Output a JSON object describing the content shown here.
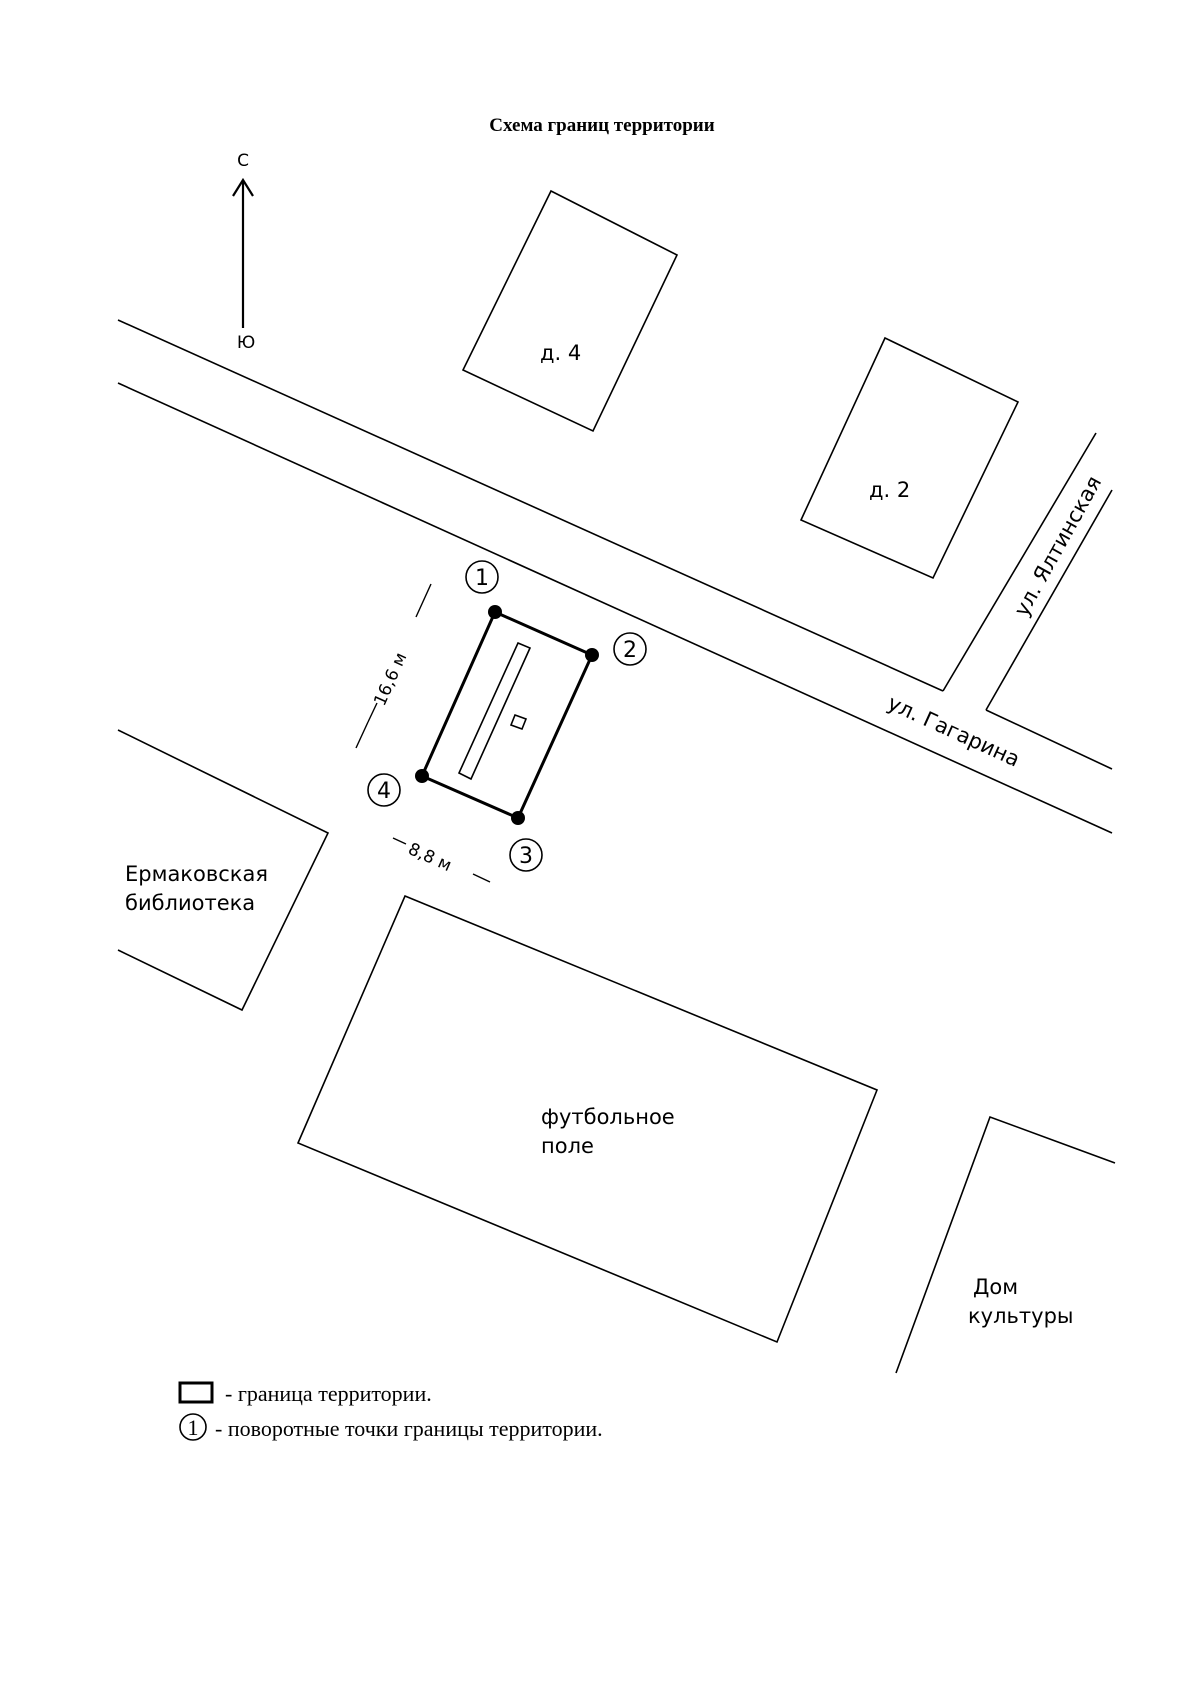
{
  "title": "Схема границ территории",
  "compass": {
    "north": "С",
    "south": "Ю"
  },
  "streets": {
    "gagarina": "ул.  Гагарина",
    "yaltinskaya": "ул.  Ялтинская"
  },
  "buildings": {
    "house4": "д.  4",
    "house2": "д.  2",
    "library_line1": "Ермаковская",
    "library_line2": "библиотека",
    "field_line1": "футбольное",
    "field_line2": "поле",
    "culture_line1": "Дом",
    "culture_line2": "культуры"
  },
  "dimensions": {
    "length": "16,6  м",
    "width": "8,8  м"
  },
  "points": [
    "1",
    "2",
    "3",
    "4"
  ],
  "legend": {
    "boundary": "- граница территории.",
    "point_symbol": "1",
    "points": "- поворотные точки границы территории."
  }
}
